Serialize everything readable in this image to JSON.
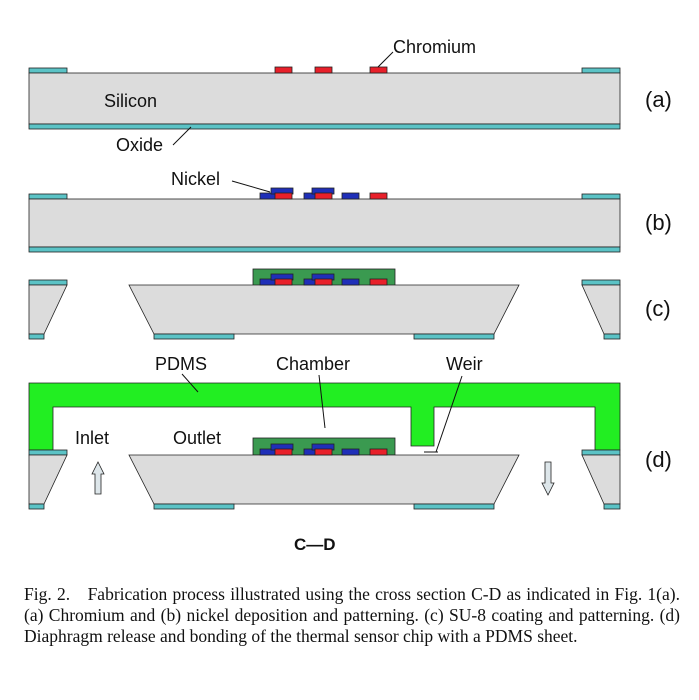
{
  "labels": {
    "chromium": "Chromium",
    "silicon": "Silicon",
    "oxide": "Oxide",
    "nickel": "Nickel",
    "pdms": "PDMS",
    "chamber": "Chamber",
    "weir": "Weir",
    "inlet": "Inlet",
    "outlet": "Outlet",
    "section": "C—D"
  },
  "panels": [
    "(a)",
    "(b)",
    "(c)",
    "(d)"
  ],
  "colors": {
    "silicon": "#dcdcdc",
    "oxide": "#5bc3c6",
    "chromium": "#e8202a",
    "nickel": "#1f2fb8",
    "su8": "#3a9a50",
    "pdms": "#22ee22",
    "arrow": "#dde6ea"
  },
  "caption": "Fig. 2. Fabrication process illustrated using the cross section C-D as indicated in Fig. 1(a). (a) Chromium and (b) nickel deposition and patterning. (c) SU-8 coating and patterning. (d) Diaphragm release and bonding of the thermal sensor chip with a PDMS sheet."
}
